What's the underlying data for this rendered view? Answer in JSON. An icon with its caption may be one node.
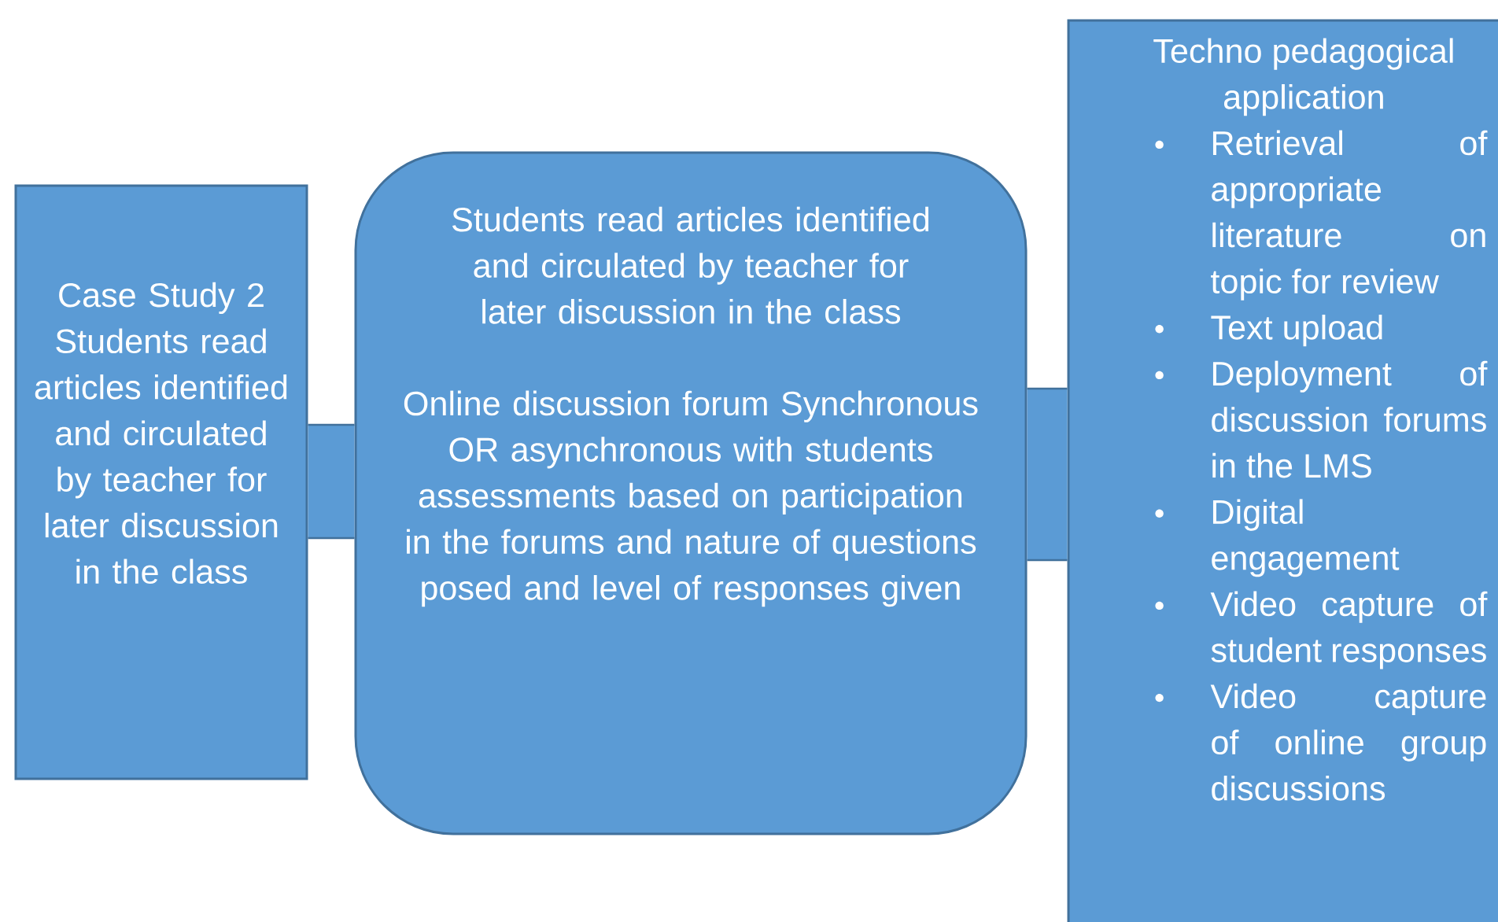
{
  "diagram": {
    "nodes": [
      {
        "text": [
          "Case  Study 2",
          "Students read articles identified  and circulated by teacher for later discussion in the  class"
        ]
      },
      {
        "text": [
          "Students read articles  identified and circulated by teacher for later discussion in the  class",
          "Online discussion forum Synchronous OR asynchronous with students assessments  based on participation in the forums and nature of  questions  posed and level of responses given"
        ]
      },
      {
        "text": [
          "Techno pedagogical application",
          "Retrieval of appropriate literature on topic for review",
          "Text upload",
          "Deployment of discussion forums in the LMS",
          "Digital engagement",
          "Video capture of student responses",
          "Video capture of online group discussions"
        ]
      }
    ],
    "edges": [
      {
        "from": 0,
        "to": 1,
        "arrow": "none"
      },
      {
        "from": 1,
        "to": 2,
        "arrow": "none"
      }
    ]
  }
}
